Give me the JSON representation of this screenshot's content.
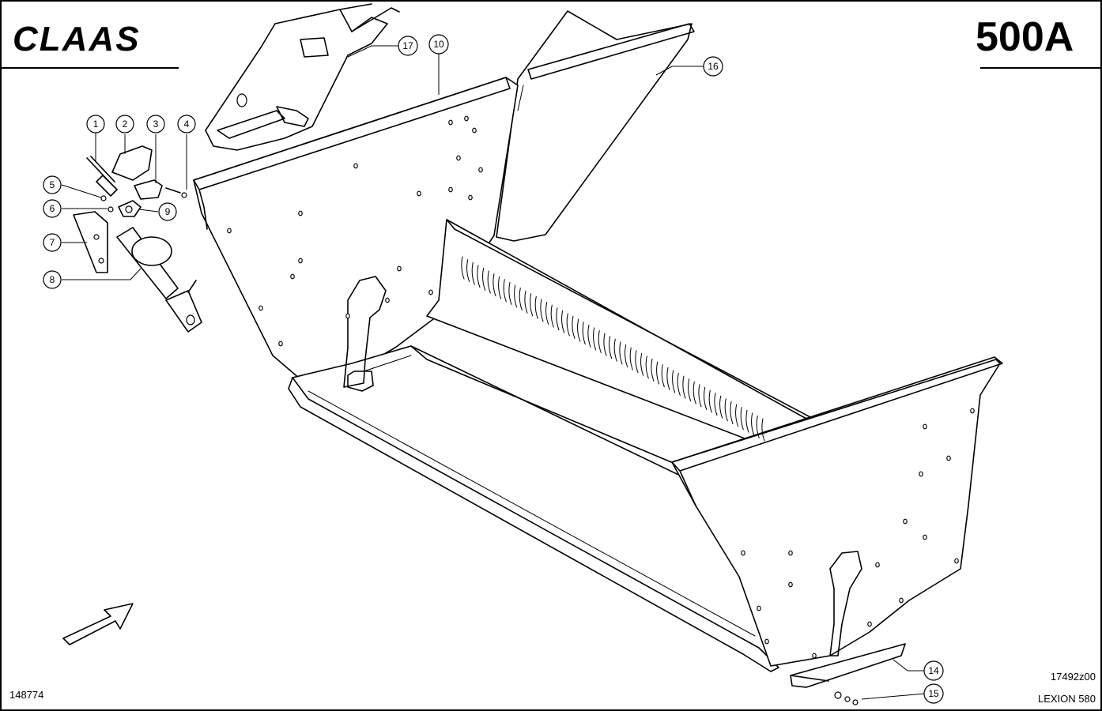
{
  "header": {
    "brand": "CLAAS",
    "page_code": "500A"
  },
  "footer": {
    "doc_number": "148774",
    "drawing_number": "17492z00",
    "model": "LEXION 580"
  },
  "callouts": [
    {
      "id": "c1",
      "label": "1"
    },
    {
      "id": "c2",
      "label": "2"
    },
    {
      "id": "c3",
      "label": "3"
    },
    {
      "id": "c4",
      "label": "4"
    },
    {
      "id": "c5",
      "label": "5"
    },
    {
      "id": "c6",
      "label": "6"
    },
    {
      "id": "c7",
      "label": "7"
    },
    {
      "id": "c8",
      "label": "8"
    },
    {
      "id": "c9",
      "label": "9"
    },
    {
      "id": "c10",
      "label": "10"
    },
    {
      "id": "c14",
      "label": "14"
    },
    {
      "id": "c15",
      "label": "15"
    },
    {
      "id": "c16",
      "label": "16"
    },
    {
      "id": "c17",
      "label": "17"
    }
  ],
  "colors": {
    "line": "#000000",
    "background": "#ffffff"
  },
  "icons": {
    "direction_arrow": "forward-arrow-icon"
  }
}
